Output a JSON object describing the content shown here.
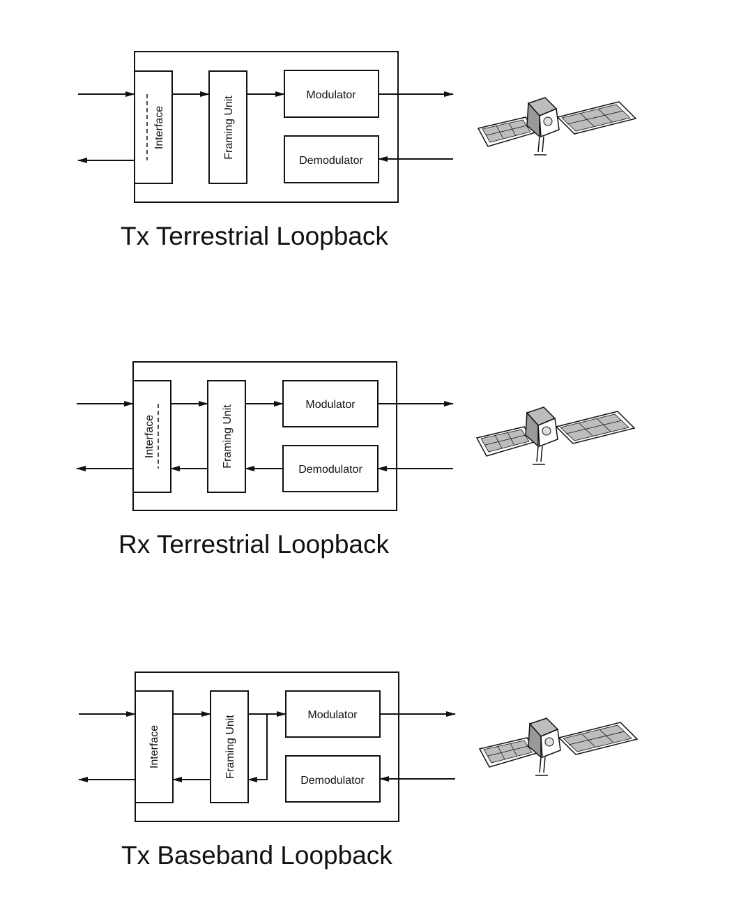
{
  "diagrams": [
    {
      "title": "Tx Terrestrial Loopback",
      "blocks": {
        "interface": "Interface",
        "framing": "Framing Unit",
        "modulator": "Modulator",
        "demodulator": "Demodulator"
      },
      "loop": "tx-terrestrial"
    },
    {
      "title": "Rx Terrestrial Loopback",
      "blocks": {
        "interface": "Interface",
        "framing": "Framing Unit",
        "modulator": "Modulator",
        "demodulator": "Demodulator"
      },
      "loop": "rx-terrestrial"
    },
    {
      "title": "Tx Baseband Loopback",
      "blocks": {
        "interface": "Interface",
        "framing": "Framing Unit",
        "modulator": "Modulator",
        "demodulator": "Demodulator"
      },
      "loop": "tx-baseband"
    }
  ],
  "icons": {
    "satellite": "satellite-icon"
  },
  "colors": {
    "ink": "#111111",
    "background": "#ffffff",
    "panel_fill": "#bdbdbd"
  }
}
